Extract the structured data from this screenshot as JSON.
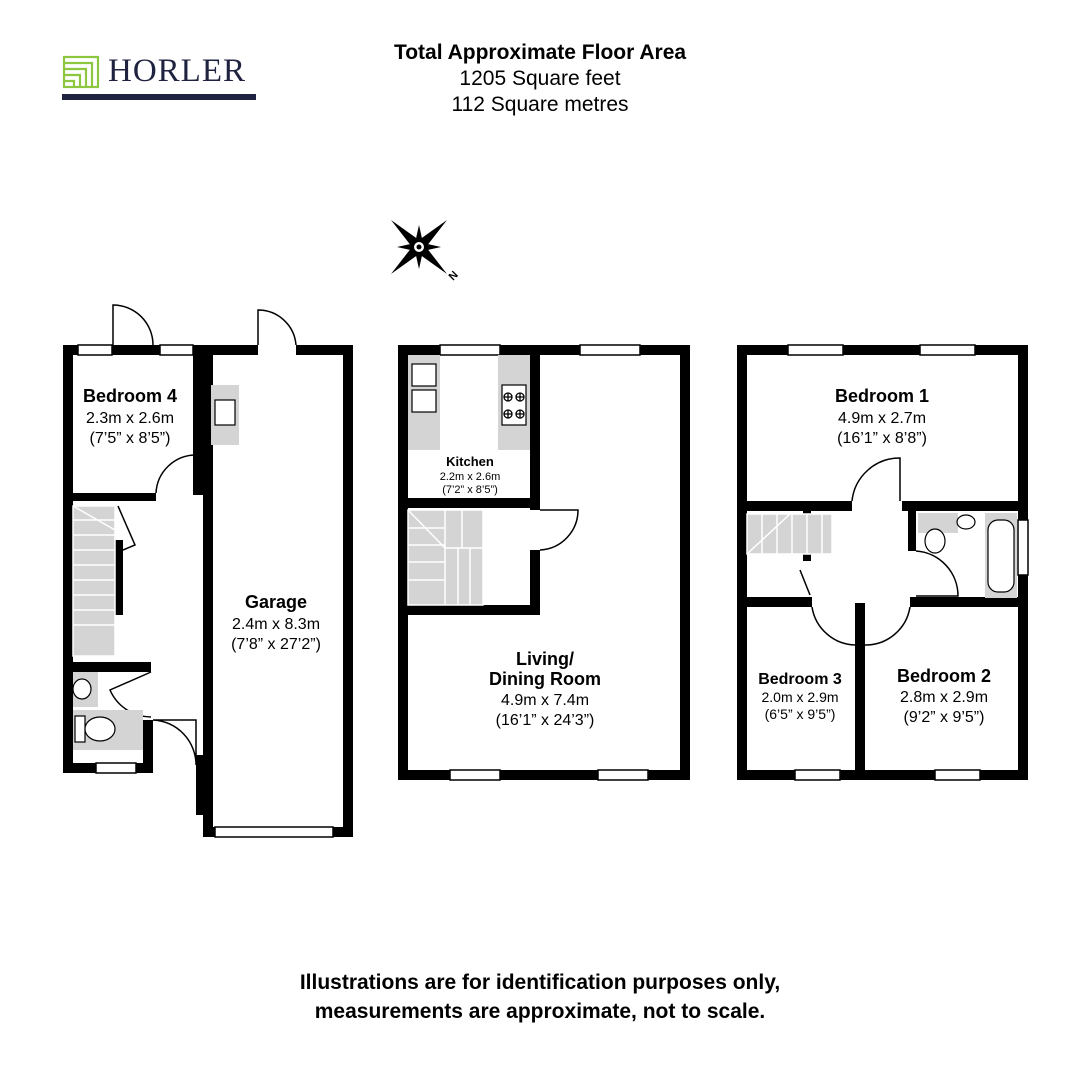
{
  "header": {
    "title": "Total Approximate Floor Area",
    "area_sqft": "1205 Square feet",
    "area_sqm": "112 Square metres"
  },
  "brand": {
    "name": "HORLER",
    "colors": {
      "navy": "#1f2340",
      "green": "#8dc63f"
    }
  },
  "compass": {
    "label": "N"
  },
  "rooms": {
    "bedroom4": {
      "name": "Bedroom 4",
      "metric": "2.3m x 2.6m",
      "imperial": "(7’5” x 8’5”)"
    },
    "garage": {
      "name": "Garage",
      "metric": "2.4m x 8.3m",
      "imperial": "(7’8” x 27’2”)"
    },
    "kitchen": {
      "name": "Kitchen",
      "metric": "2.2m x 2.6m",
      "imperial": "(7’2” x 8’5”)"
    },
    "living": {
      "name_line1": "Living/",
      "name_line2": "Dining Room",
      "metric": "4.9m x 7.4m",
      "imperial": "(16’1” x 24’3”)"
    },
    "bedroom1": {
      "name": "Bedroom 1",
      "metric": "4.9m x 2.7m",
      "imperial": "(16’1” x 8’8”)"
    },
    "bedroom3": {
      "name": "Bedroom 3",
      "metric": "2.0m x 2.9m",
      "imperial": "(6’5” x 9’5”)"
    },
    "bedroom2": {
      "name": "Bedroom 2",
      "metric": "2.8m x 2.9m",
      "imperial": "(9’2” x 9’5”)"
    }
  },
  "disclaimer": {
    "line1": "Illustrations are for identification purposes only,",
    "line2": "measurements are approximate, not to scale."
  }
}
